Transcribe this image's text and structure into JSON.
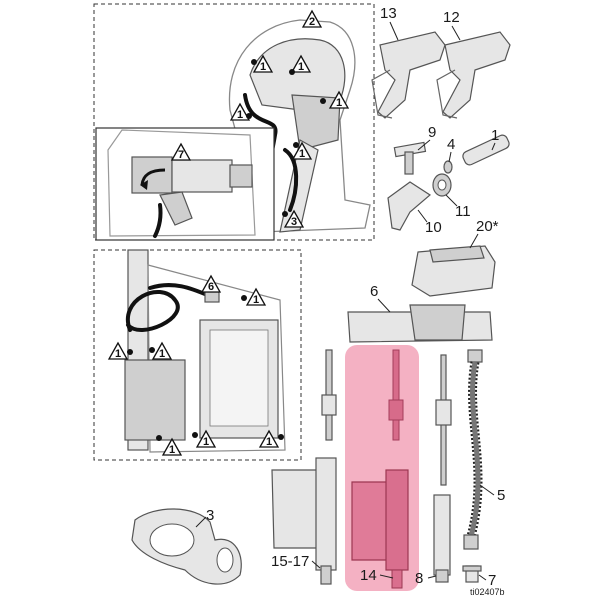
{
  "diagram": {
    "warning_callout": "1",
    "callouts": {
      "top_detail_2": "2",
      "top_detail_3": "3",
      "inset_7": "7",
      "mid_detail_6": "6",
      "gun_13": "13",
      "gun_12": "12",
      "part_9": "9",
      "part_4": "4",
      "part_1": "1",
      "part_11": "11",
      "part_10": "10",
      "part_20": "20*",
      "part_6": "6",
      "part_3": "3",
      "part_15_17": "15-17",
      "part_14": "14",
      "part_8": "8",
      "part_5": "5",
      "part_7": "7"
    },
    "figure_id": "ti02407b",
    "highlight_color": "#f2a3b8"
  }
}
